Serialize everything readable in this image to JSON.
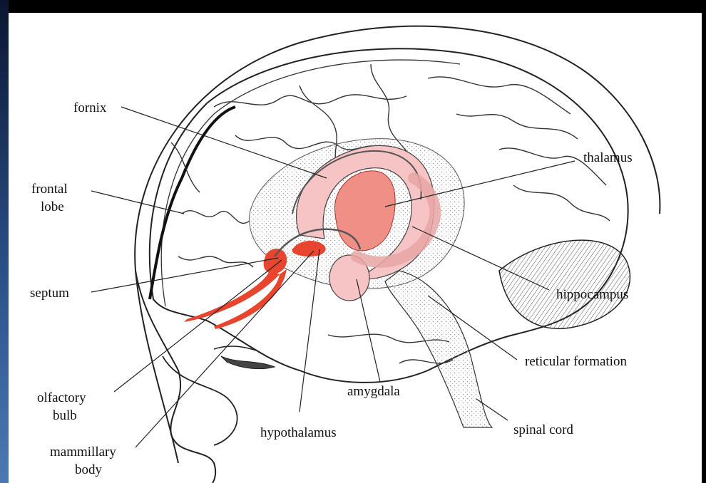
{
  "labels": {
    "fornix": "fornix",
    "frontal_lobe_1": "frontal",
    "frontal_lobe_2": "lobe",
    "septum": "septum",
    "olfactory_bulb_1": "olfactory",
    "olfactory_bulb_2": "bulb",
    "mammillary_body_1": "mammillary",
    "mammillary_body_2": "body",
    "hypothalamus": "hypothalamus",
    "amygdala": "amygdala",
    "thalamus": "thalamus",
    "hippocampus": "hippocampus",
    "reticular_formation": "reticular formation",
    "spinal_cord": "spinal cord"
  },
  "colors": {
    "background": "#000000",
    "panel": "#ffffff",
    "line": "#222222",
    "highlight_red": "#e8452e",
    "limbic_pink": "#f6c4c4",
    "limbic_mid": "#ef8f86",
    "stipple": "#bdbdbd"
  }
}
